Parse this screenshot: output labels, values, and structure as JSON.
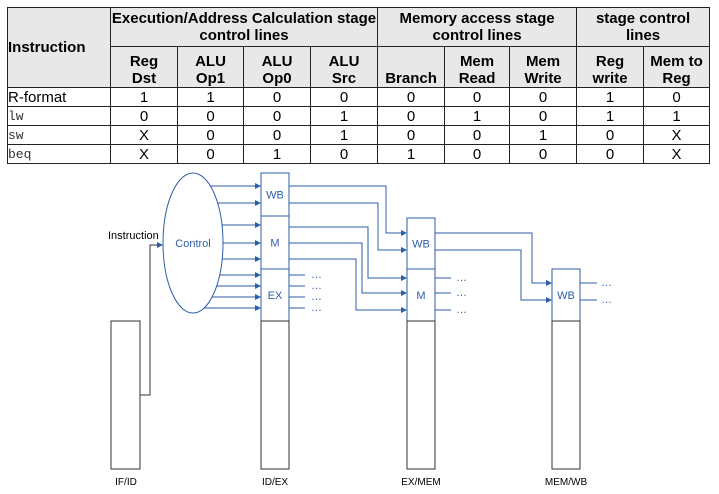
{
  "table": {
    "group_headers": [
      "Execution/Address Calculation stage control lines",
      "Memory access stage control lines",
      "stage control lines"
    ],
    "instruction_header": "Instruction",
    "columns": [
      [
        "Reg",
        "Dst"
      ],
      [
        "ALU",
        "Op1"
      ],
      [
        "ALU",
        "Op0"
      ],
      [
        "ALU",
        "Src"
      ],
      [
        "",
        "Branch"
      ],
      [
        "Mem",
        "Read"
      ],
      [
        "Mem",
        "Write"
      ],
      [
        "Reg",
        "write"
      ],
      [
        "Mem to",
        "Reg"
      ]
    ],
    "rows": [
      {
        "instruction": "R-format",
        "mono": false,
        "values": [
          "1",
          "1",
          "0",
          "0",
          "0",
          "0",
          "0",
          "1",
          "0"
        ]
      },
      {
        "instruction": "lw",
        "mono": true,
        "values": [
          "0",
          "0",
          "0",
          "1",
          "0",
          "1",
          "0",
          "1",
          "1"
        ]
      },
      {
        "instruction": "sw",
        "mono": true,
        "values": [
          "X",
          "0",
          "0",
          "1",
          "0",
          "0",
          "1",
          "0",
          "X"
        ]
      },
      {
        "instruction": "beq",
        "mono": true,
        "values": [
          "X",
          "0",
          "1",
          "0",
          "1",
          "0",
          "0",
          "0",
          "X"
        ]
      }
    ]
  },
  "diagram": {
    "control_label": "Control",
    "instruction_label": "Instruction",
    "registers": [
      "IF/ID",
      "ID/EX",
      "EX/MEM",
      "MEM/WB"
    ],
    "fields": {
      "wb": "WB",
      "m": "M",
      "ex": "EX"
    },
    "ellipsis": "…",
    "colors": {
      "signal": "#2f5ea8",
      "register": "#333333"
    }
  }
}
